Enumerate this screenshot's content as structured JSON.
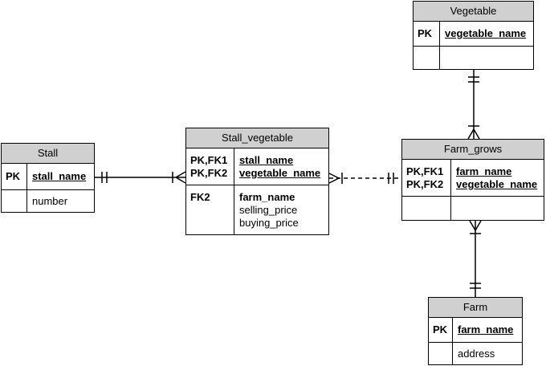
{
  "entities": {
    "vegetable": {
      "title": "Vegetable",
      "pk_label": "PK",
      "pk_attr": "vegetable_name"
    },
    "stall": {
      "title": "Stall",
      "pk_label": "PK",
      "pk_attr": "stall_name",
      "attr1": "number"
    },
    "stall_vegetable": {
      "title": "Stall_vegetable",
      "key1": "PK,FK1",
      "key2": "PK,FK2",
      "pk_attr1": "stall_name",
      "pk_attr2": "vegetable_name",
      "fk_label": "FK2",
      "fk_attr": "farm_name",
      "attr1": "selling_price",
      "attr2": "buying_price"
    },
    "farm_grows": {
      "title": "Farm_grows",
      "key1": "PK,FK1",
      "key2": "PK,FK2",
      "pk_attr1": "farm_name",
      "pk_attr2": "vegetable_name"
    },
    "farm": {
      "title": "Farm",
      "pk_label": "PK",
      "pk_attr": "farm_name",
      "attr1": "address"
    }
  }
}
